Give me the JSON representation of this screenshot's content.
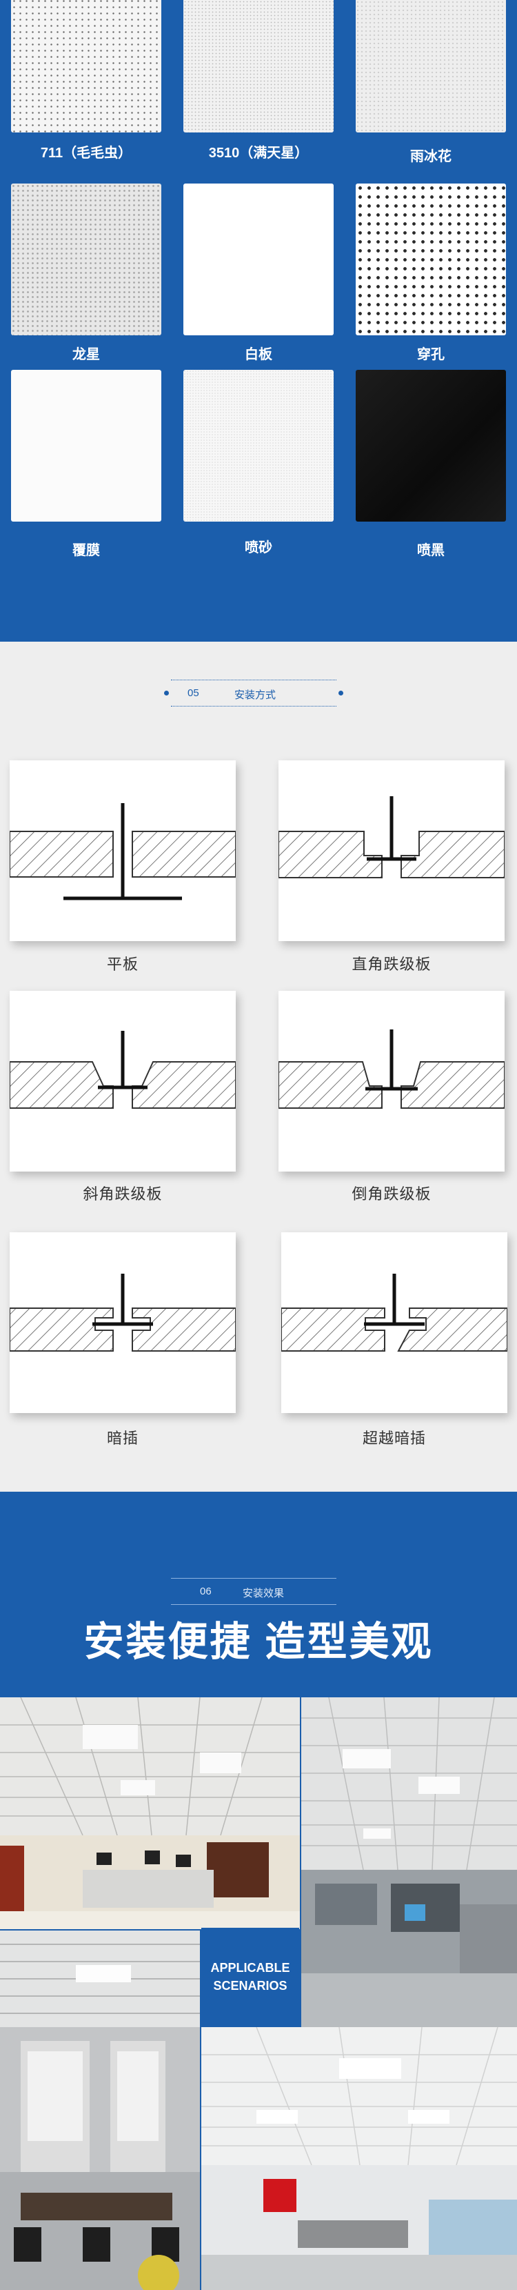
{
  "textures": [
    {
      "label": "711（毛毛虫）",
      "pattern": "dots"
    },
    {
      "label": "3510（满天星）",
      "pattern": "fine"
    },
    {
      "label": "雨冰花",
      "pattern": "snow"
    },
    {
      "label": "龙星",
      "pattern": "dragon"
    },
    {
      "label": "白板",
      "pattern": "white"
    },
    {
      "label": "穿孔",
      "pattern": "perforated"
    },
    {
      "label": "覆膜",
      "pattern": "film"
    },
    {
      "label": "喷砂",
      "pattern": "sandblast"
    },
    {
      "label": "喷黑",
      "pattern": "black"
    }
  ],
  "install": {
    "number": "05",
    "title": "安装方式",
    "methods": [
      {
        "label": "平板",
        "diagram": "flat"
      },
      {
        "label": "直角跌级板",
        "diagram": "right-angle-step"
      },
      {
        "label": "斜角跌级板",
        "diagram": "bevel-step"
      },
      {
        "label": "倒角跌级板",
        "diagram": "chamfer-step"
      },
      {
        "label": "暗插",
        "diagram": "concealed"
      },
      {
        "label": "超越暗插",
        "diagram": "super-concealed"
      }
    ]
  },
  "effects": {
    "number": "06",
    "title": "安装效果",
    "headline": "安装便捷  造型美观",
    "badge_line1": "APPLICABLE",
    "badge_line2": "SCENARIOS"
  },
  "colors": {
    "brand_blue": "#1b5eac",
    "section_gray": "#eeeeee"
  }
}
